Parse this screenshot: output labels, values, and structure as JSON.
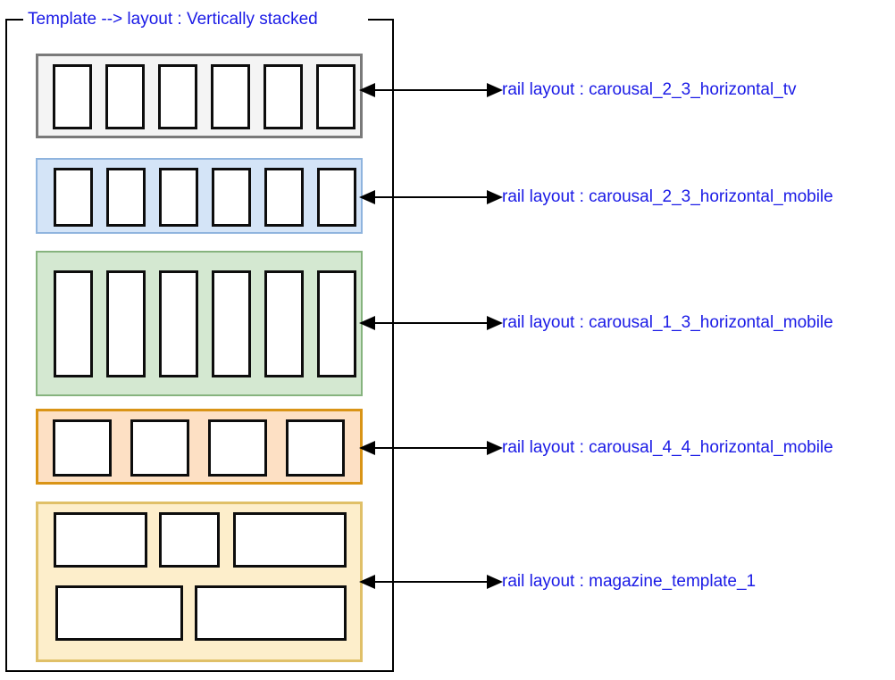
{
  "diagram": {
    "title": "Template --> layout : Vertically stacked",
    "label_prefix": "rail layout :",
    "colors": {
      "text_blue": "#1a1ae6",
      "frame_black": "#000000",
      "tile_border": "#0d0d0d",
      "rail1_fill": "#f4f4f4",
      "rail1_border": "#7a7a7a",
      "rail2_fill": "#d4e4f7",
      "rail2_border": "#8fb4de",
      "rail3_fill": "#d4e8d1",
      "rail3_border": "#86b37e",
      "rail4_fill": "#fde0c4",
      "rail4_border": "#d99416",
      "rail5_fill": "#fdeecb",
      "rail5_border": "#e0c068"
    },
    "rails": [
      {
        "index": 1,
        "layout_name": "carousal_2_3_horizontal_tv",
        "label": "rail layout :  carousal_2_3_horizontal_tv",
        "tile_count": 6,
        "tile_shape": "portrait",
        "rows": 1
      },
      {
        "index": 2,
        "layout_name": "carousal_2_3_horizontal_mobile",
        "label": "rail layout :  carousal_2_3_horizontal_mobile",
        "tile_count": 6,
        "tile_shape": "portrait",
        "rows": 1
      },
      {
        "index": 3,
        "layout_name": "carousal_1_3_horizontal_mobile",
        "label": "rail layout :  carousal_1_3_horizontal_mobile",
        "tile_count": 6,
        "tile_shape": "tall-portrait",
        "rows": 1
      },
      {
        "index": 4,
        "layout_name": "carousal_4_4_horizontal_mobile",
        "label": "rail layout :  carousal_4_4_horizontal_mobile",
        "tile_count": 4,
        "tile_shape": "square",
        "rows": 1
      },
      {
        "index": 5,
        "layout_name": "magazine_template_1",
        "label": "rail layout :  magazine_template_1",
        "tile_count": 5,
        "tile_shape": "mixed-landscape",
        "rows": 2
      }
    ]
  }
}
